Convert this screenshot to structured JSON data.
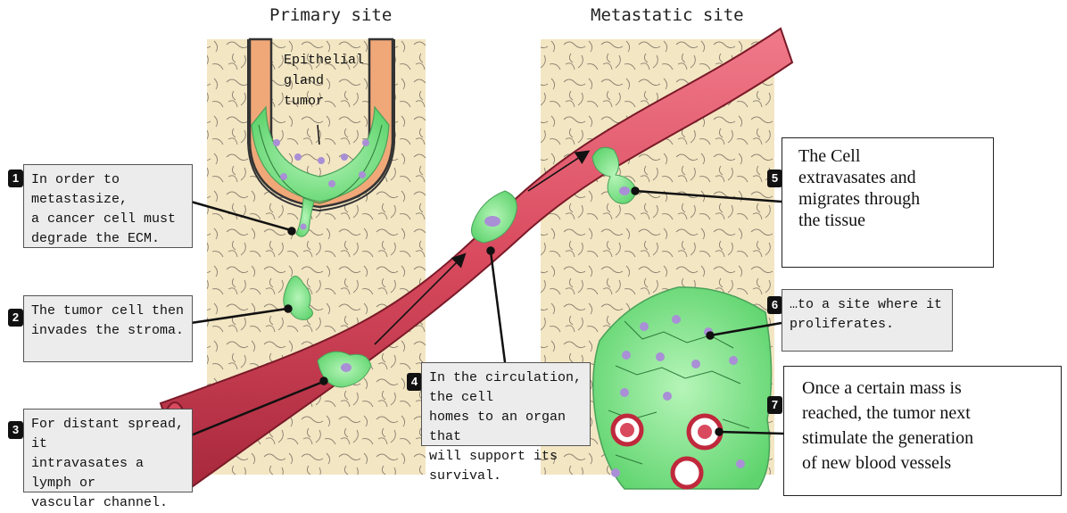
{
  "titles": {
    "primary": "Primary site",
    "metastatic": "Metastatic site"
  },
  "tumor_label": "Epithelial\ngland\ntumor",
  "steps": [
    {
      "number": "1",
      "text": "In order to metastasize,\na cancer cell must\ndegrade the ECM."
    },
    {
      "number": "2",
      "text": "The tumor cell then\ninvades the stroma."
    },
    {
      "number": "3",
      "text": "For distant spread, it\nintravasates a lymph or\nvascular channel."
    },
    {
      "number": "4",
      "text": "In the circulation, the cell\nhomes to an organ that\nwill support its survival."
    },
    {
      "number": "5",
      "text": "The Cell\nextravasates and\nmigrates through\nthe tissue"
    },
    {
      "number": "6",
      "text": "…to a site where it\nproliferates."
    },
    {
      "number": "7",
      "text": "Once a certain mass is\nreached, the tumor next\nstimulate the generation\nof new blood vessels"
    }
  ],
  "colors": {
    "stroma": "#f3e6c3",
    "fiber": "#8a8070",
    "vessel": "#d94a5e",
    "vessel_dark": "#b02a3e",
    "cell": "#7fe08a",
    "nucleus": "#a98fd6",
    "epithelium": "#f0a878"
  }
}
